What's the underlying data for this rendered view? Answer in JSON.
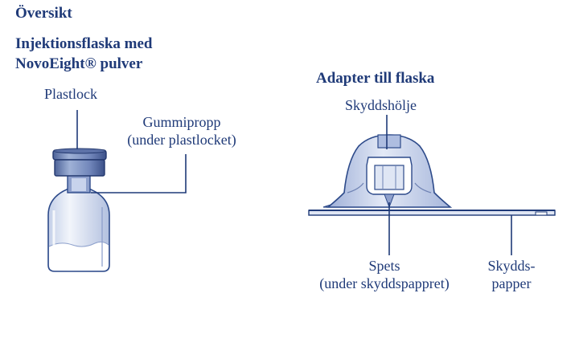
{
  "heading": "Översikt",
  "vial": {
    "title_line1": "Injektionsflaska med",
    "title_line2": "NovoEight® pulver",
    "label_cap": "Plastlock",
    "label_stopper_line1": "Gummipropp",
    "label_stopper_line2": "(under plastlocket)"
  },
  "adapter": {
    "title": "Adapter till flaska",
    "label_cover": "Skyddshölje",
    "label_spike_line1": "Spets",
    "label_spike_line2": "(under skyddspappret)",
    "label_paper_line1": "Skydds-",
    "label_paper_line2": "papper"
  },
  "colors": {
    "ink": "#1f3a78",
    "outline": "#2d4a8a",
    "fill_light": "#dfe6f4",
    "fill_mid": "#b9c6e2",
    "fill_dark": "#6e82b3"
  }
}
